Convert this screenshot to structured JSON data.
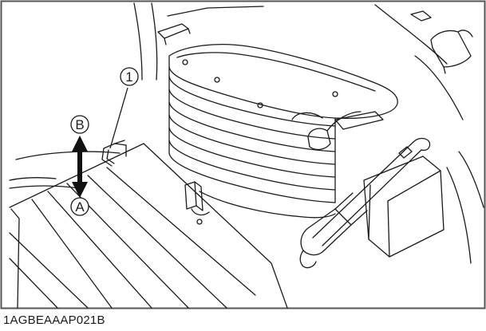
{
  "diagram": {
    "callouts": {
      "part_number": "1",
      "position_up": "B",
      "position_down": "A"
    },
    "figure_code": "1AGBEAAAP021B"
  },
  "colors": {
    "line": "#1a1a1a",
    "frame": "#555555",
    "background": "#ffffff"
  }
}
